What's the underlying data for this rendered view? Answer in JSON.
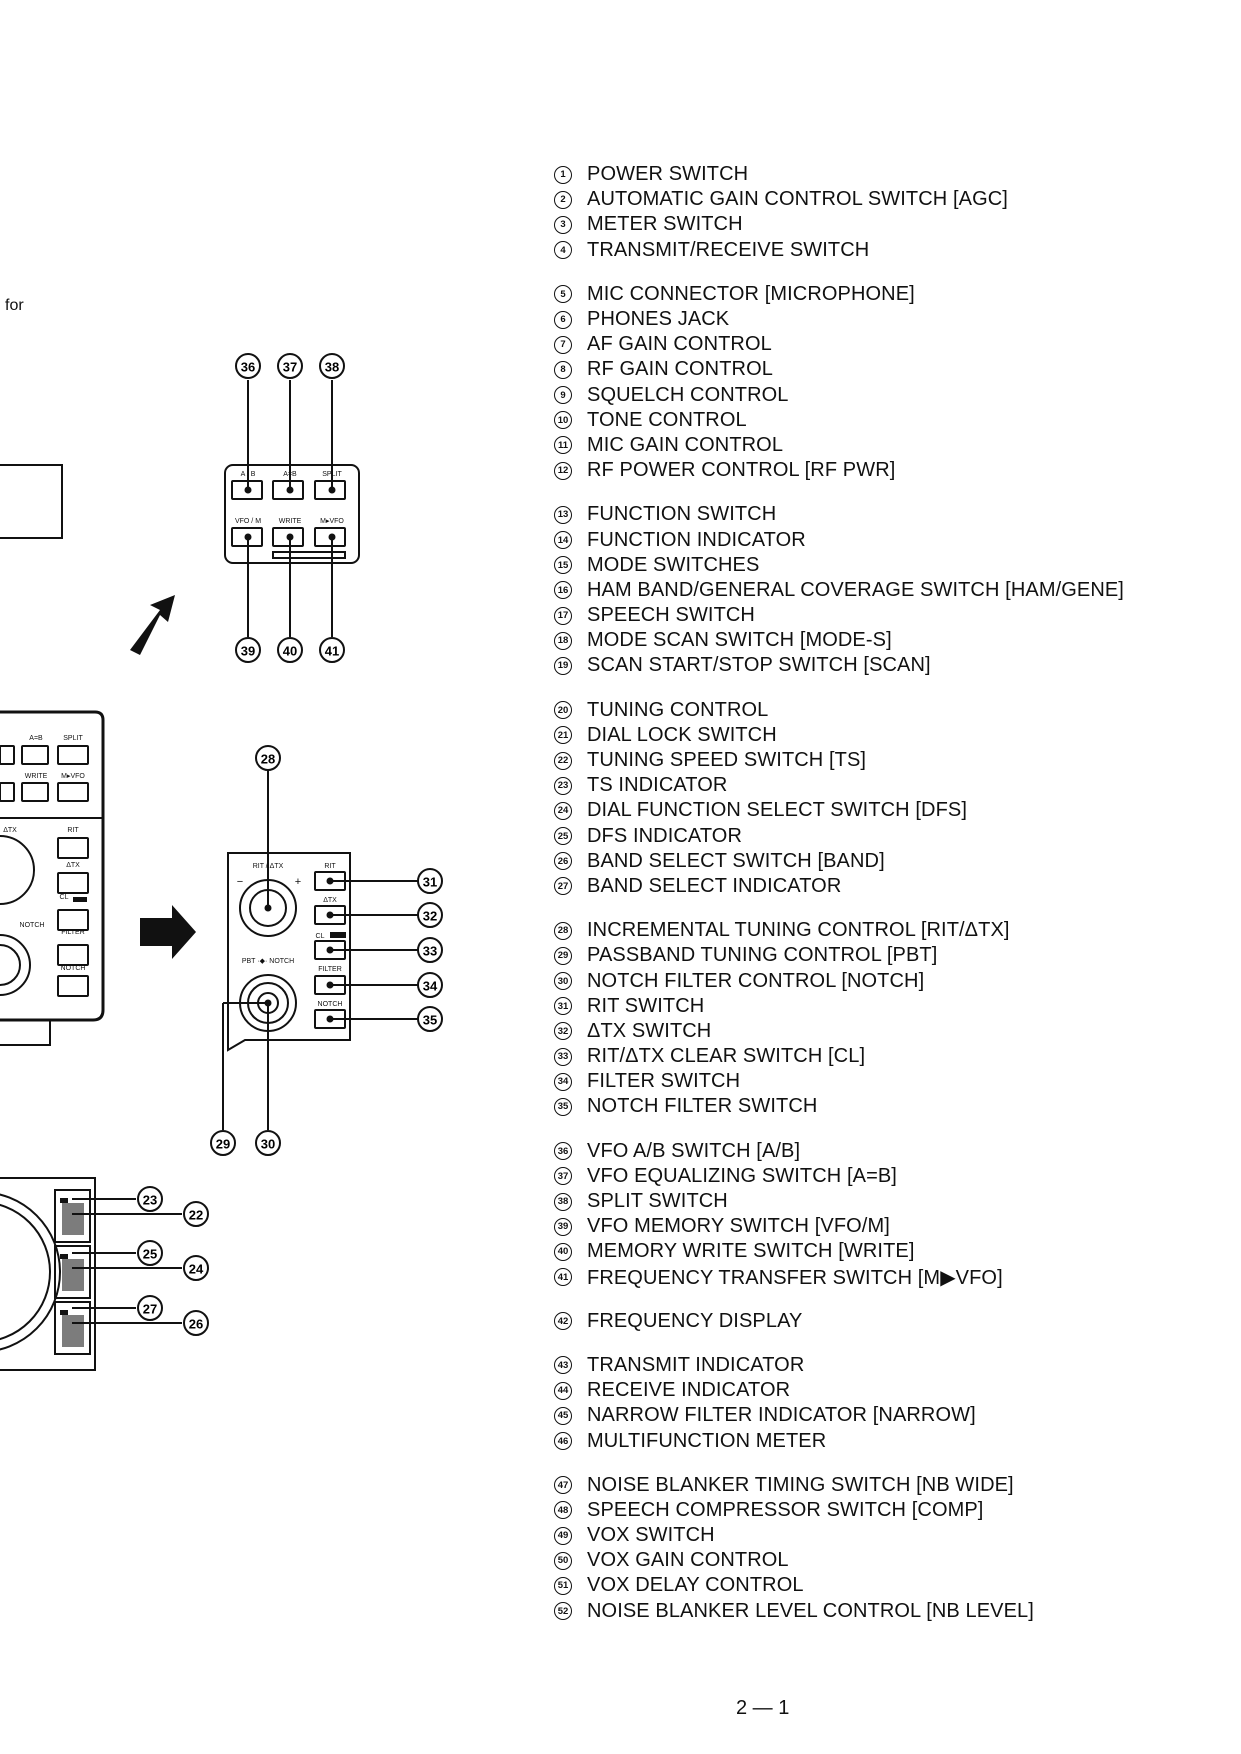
{
  "page": {
    "page_number": "2 — 1",
    "stray_fragment": "for"
  },
  "diagram": {
    "vfo_panel": {
      "labels": [
        "A / B",
        "A=B",
        "SPLIT",
        "VFO / M",
        "WRITE",
        "M▸VFO"
      ]
    },
    "rit_panel": {
      "labels": [
        "RIT / ΔTX",
        "RIT",
        "ΔTX",
        "CL",
        "PBT ·◆· NOTCH",
        "FILTER",
        "NOTCH",
        "−",
        "+"
      ]
    },
    "left_panel": {
      "labels": [
        "A=B",
        "SPLIT",
        "WRITE",
        "M▸VFO",
        "ΔTX",
        "RIT",
        "ΔTX",
        "CL",
        "NOTCH",
        "FILTER",
        "NOTCH"
      ]
    },
    "callouts": [
      "23",
      "22",
      "25",
      "24",
      "27",
      "26",
      "28",
      "29",
      "30",
      "31",
      "32",
      "33",
      "34",
      "35",
      "36",
      "37",
      "38",
      "39",
      "40",
      "41"
    ]
  },
  "legend_groups": [
    [
      {
        "n": "1",
        "label": "POWER SWITCH"
      },
      {
        "n": "2",
        "label": "AUTOMATIC GAIN CONTROL SWITCH [AGC]"
      },
      {
        "n": "3",
        "label": "METER SWITCH"
      },
      {
        "n": "4",
        "label": "TRANSMIT/RECEIVE SWITCH"
      }
    ],
    [
      {
        "n": "5",
        "label": "MIC CONNECTOR [MICROPHONE]"
      },
      {
        "n": "6",
        "label": "PHONES JACK"
      },
      {
        "n": "7",
        "label": "AF GAIN CONTROL"
      },
      {
        "n": "8",
        "label": "RF GAIN CONTROL"
      },
      {
        "n": "9",
        "label": "SQUELCH CONTROL"
      },
      {
        "n": "10",
        "label": "TONE CONTROL"
      },
      {
        "n": "11",
        "label": "MIC GAIN CONTROL"
      },
      {
        "n": "12",
        "label": "RF POWER CONTROL [RF PWR]"
      }
    ],
    [
      {
        "n": "13",
        "label": "FUNCTION SWITCH"
      },
      {
        "n": "14",
        "label": "FUNCTION INDICATOR"
      },
      {
        "n": "15",
        "label": "MODE SWITCHES"
      },
      {
        "n": "16",
        "label": "HAM BAND/GENERAL COVERAGE SWITCH [HAM/GENE]"
      },
      {
        "n": "17",
        "label": "SPEECH SWITCH"
      },
      {
        "n": "18",
        "label": "MODE SCAN SWITCH [MODE-S]"
      },
      {
        "n": "19",
        "label": "SCAN START/STOP SWITCH [SCAN]"
      }
    ],
    [
      {
        "n": "20",
        "label": "TUNING CONTROL"
      },
      {
        "n": "21",
        "label": "DIAL LOCK SWITCH"
      },
      {
        "n": "22",
        "label": "TUNING SPEED SWITCH [TS]"
      },
      {
        "n": "23",
        "label": "TS INDICATOR"
      },
      {
        "n": "24",
        "label": "DIAL FUNCTION SELECT SWITCH [DFS]"
      },
      {
        "n": "25",
        "label": "DFS INDICATOR"
      },
      {
        "n": "26",
        "label": "BAND SELECT SWITCH [BAND]"
      },
      {
        "n": "27",
        "label": "BAND SELECT INDICATOR"
      }
    ],
    [
      {
        "n": "28",
        "label": "INCREMENTAL TUNING CONTROL [RIT/ΔTX]"
      },
      {
        "n": "29",
        "label": "PASSBAND TUNING CONTROL [PBT]"
      },
      {
        "n": "30",
        "label": "NOTCH FILTER CONTROL [NOTCH]"
      },
      {
        "n": "31",
        "label": "RIT SWITCH"
      },
      {
        "n": "32",
        "label": "ΔTX SWITCH"
      },
      {
        "n": "33",
        "label": "RIT/ΔTX CLEAR SWITCH [CL]"
      },
      {
        "n": "34",
        "label": "FILTER SWITCH"
      },
      {
        "n": "35",
        "label": "NOTCH FILTER SWITCH"
      }
    ],
    [
      {
        "n": "36",
        "label": "VFO A/B SWITCH [A/B]"
      },
      {
        "n": "37",
        "label": "VFO EQUALIZING SWITCH [A=B]"
      },
      {
        "n": "38",
        "label": "SPLIT SWITCH"
      },
      {
        "n": "39",
        "label": "VFO MEMORY SWITCH [VFO/M]"
      },
      {
        "n": "40",
        "label": "MEMORY WRITE SWITCH [WRITE]"
      },
      {
        "n": "41",
        "label": "FREQUENCY TRANSFER SWITCH [M▶VFO]"
      }
    ],
    [
      {
        "n": "42",
        "label": "FREQUENCY DISPLAY"
      }
    ],
    [
      {
        "n": "43",
        "label": "TRANSMIT INDICATOR"
      },
      {
        "n": "44",
        "label": "RECEIVE INDICATOR"
      },
      {
        "n": "45",
        "label": "NARROW FILTER INDICATOR [NARROW]"
      },
      {
        "n": "46",
        "label": "MULTIFUNCTION METER"
      }
    ],
    [
      {
        "n": "47",
        "label": "NOISE BLANKER TIMING SWITCH [NB WIDE]"
      },
      {
        "n": "48",
        "label": "SPEECH COMPRESSOR SWITCH [COMP]"
      },
      {
        "n": "49",
        "label": "VOX SWITCH"
      },
      {
        "n": "50",
        "label": "VOX GAIN CONTROL"
      },
      {
        "n": "51",
        "label": "VOX DELAY CONTROL"
      },
      {
        "n": "52",
        "label": "NOISE BLANKER LEVEL CONTROL [NB LEVEL]"
      }
    ]
  ]
}
